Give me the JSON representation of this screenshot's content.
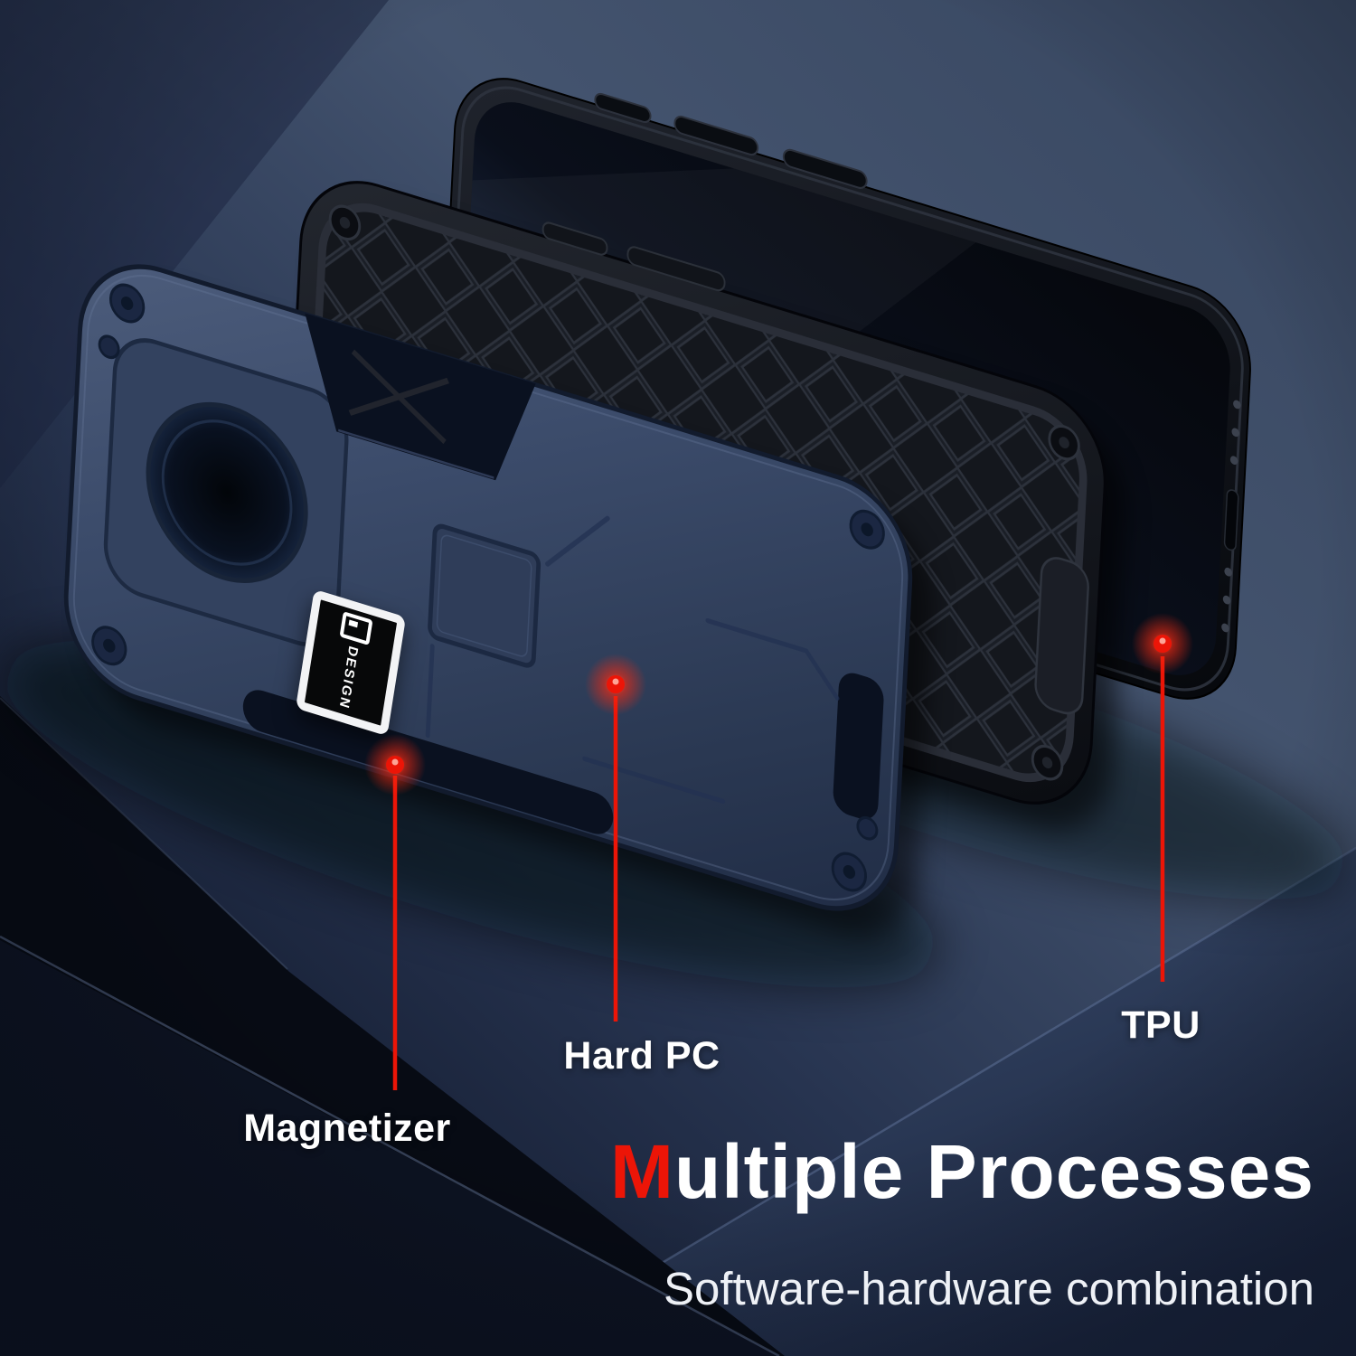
{
  "product": {
    "badge_text": "DESIGN",
    "callouts": [
      {
        "id": "magnetizer",
        "label": "Magnetizer"
      },
      {
        "id": "hard-pc",
        "label": "Hard PC"
      },
      {
        "id": "tpu",
        "label": "TPU"
      }
    ],
    "title": {
      "lead": "M",
      "rest": "ultiple Processes"
    },
    "subtitle": "Software-hardware combination",
    "colors": {
      "accent_red": "#ec1507",
      "case_blue": "#35445f",
      "tpu_black": "#14161c",
      "background_navy": "#2c3a58"
    }
  }
}
